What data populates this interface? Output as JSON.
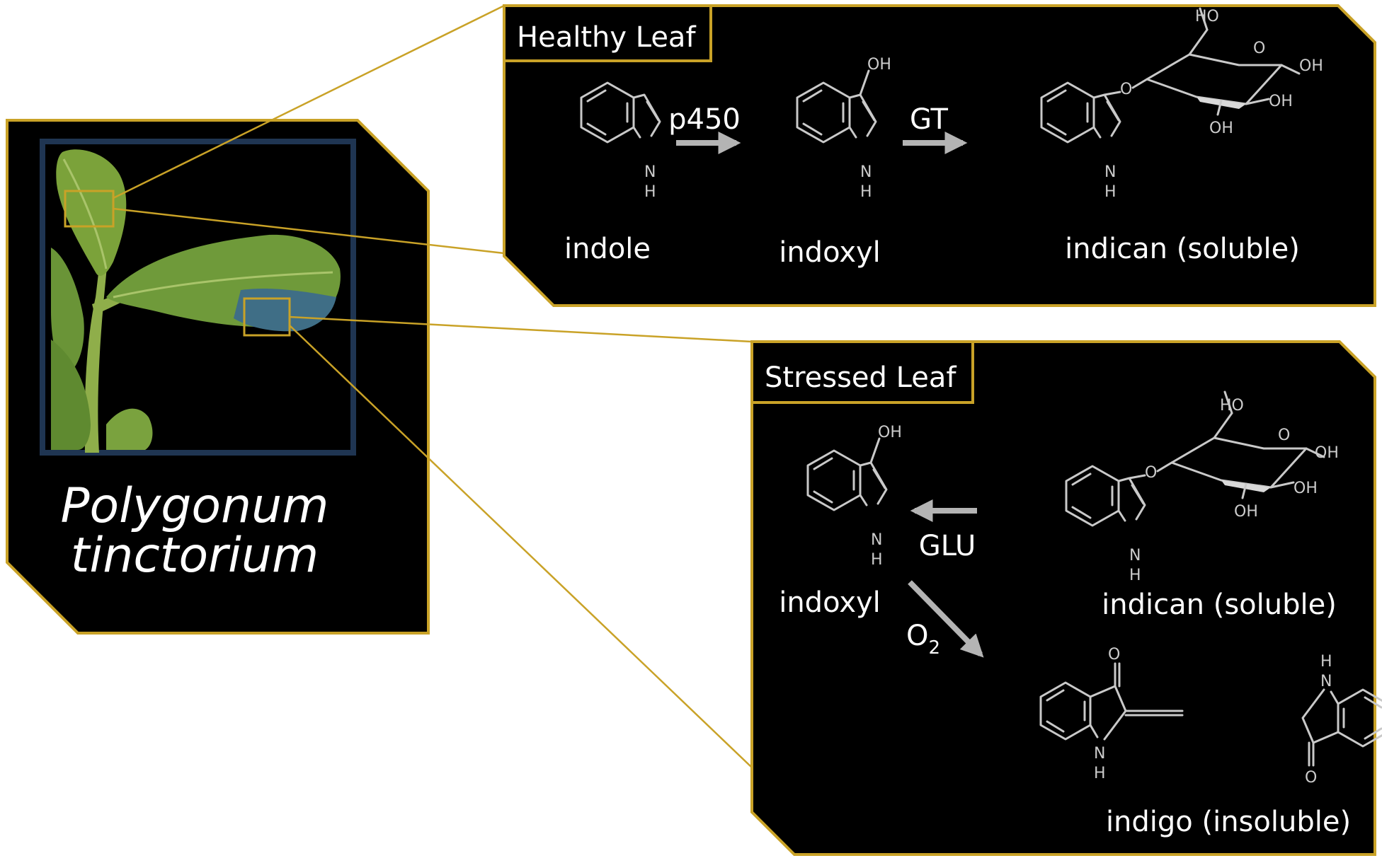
{
  "colors": {
    "gold": "#c9a227",
    "panel": "#000000",
    "photo_frame": "#1f3552",
    "arrow": "#b4b4b4"
  },
  "plant": {
    "species_line1": "Polygonum",
    "species_line2": "tinctorium"
  },
  "healthy": {
    "title": "Healthy Leaf",
    "indole": "indole",
    "indoxyl": "indoxyl",
    "indican": "indican (soluble)",
    "enzyme1": "p450",
    "enzyme2": "GT"
  },
  "stressed": {
    "title": "Stressed Leaf",
    "indoxyl": "indoxyl",
    "indican": "indican (soluble)",
    "indigo": "indigo (insoluble)",
    "enzyme": "GLU",
    "oxidant": "O",
    "oxidant_sub": "2"
  },
  "atoms": {
    "nh_n": "N",
    "nh_h": "H",
    "oh": "OH",
    "ho": "HO",
    "o": "O"
  }
}
